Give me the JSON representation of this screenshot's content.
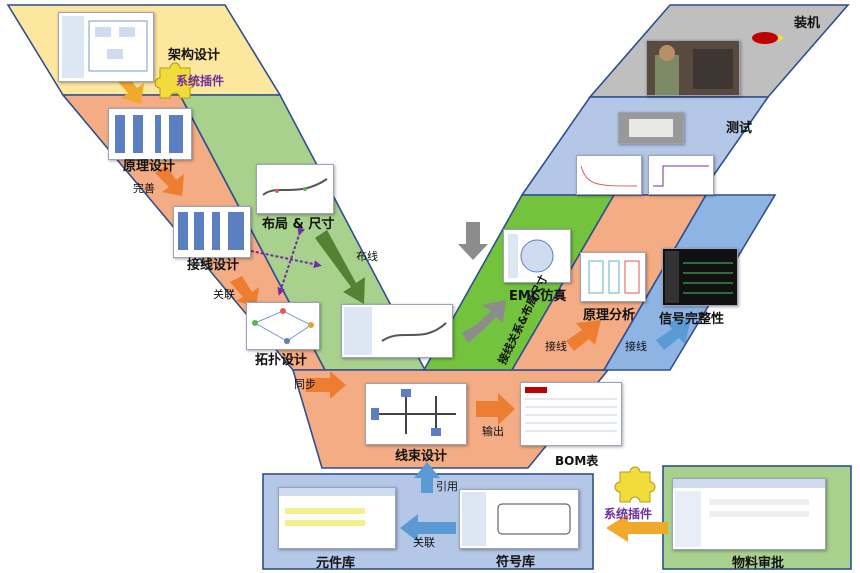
{
  "stages": {
    "architecture": "架构设计",
    "schematic": "原理设计",
    "wiring": "接线设计",
    "topology": "拓扑设计",
    "layout": "布局 & 尺寸",
    "harness": "线束设计",
    "bom": "BOM表",
    "emc": "EMC仿真",
    "principle_analysis": "原理分析",
    "signal_integrity": "信号完整性",
    "assembly": "装机",
    "testing": "测试",
    "component_lib": "元件库",
    "symbol_lib": "符号库",
    "material_review": "物料审批"
  },
  "relations": {
    "plugin_top": "系统插件",
    "plugin_bottom": "系统插件",
    "refine": "完善",
    "associate_1": "关联",
    "sync": "同步",
    "route": "布线",
    "output": "输出",
    "reference": "引用",
    "associate_2": "关联",
    "wiring_1": "接线",
    "wiring_2": "接线",
    "wiring_layout": "接线关系&布局尺寸"
  },
  "colors": {
    "yellow_band": "#fde79e",
    "salmon_band": "#f4ac84",
    "green_band": "#a9d18e",
    "bright_green": "#74c33f",
    "grey_band": "#bfbfbf",
    "blue_band": "#8eb4e3",
    "pale_blue": "#b4c7e7",
    "border_blue": "#2f4f8f",
    "orange_arrow": "#ed7d31",
    "green_arrow": "#548235",
    "blue_arrow": "#5b9bd5",
    "purple_arrow": "#7030a0",
    "puzzle": "#f2dc3c"
  },
  "icons": [
    "puzzle-piece-icon",
    "puzzle-piece-icon"
  ]
}
